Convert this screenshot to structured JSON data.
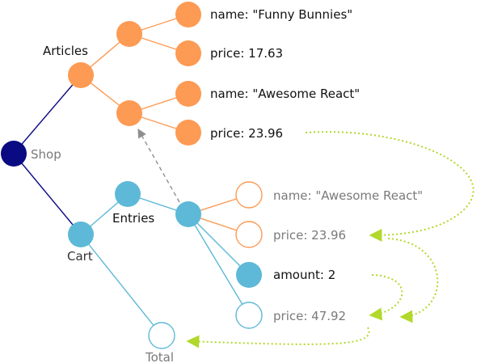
{
  "colors": {
    "shop": "#0a0a82",
    "articles": "#fd9a53",
    "cart": "#5db9d7",
    "ref": "#8f8f8f",
    "derivation": "#b1d82b",
    "muted_text": "#7a7a7a",
    "dark_text": "#111111"
  },
  "tree": {
    "shop": {
      "label": "Shop"
    },
    "articles": {
      "label": "Articles"
    },
    "article1": {
      "name_label": "name: \"Funny Bunnies\"",
      "price_label": "price: 17.63"
    },
    "article2": {
      "name_label": "name: \"Awesome React\"",
      "price_label": "price: 23.96"
    },
    "cart": {
      "label": "Cart"
    },
    "entries": {
      "label": "Entries"
    },
    "entry": {
      "name_label": "name: \"Awesome React\"",
      "price_label": "price: 23.96",
      "amount_label": "amount: 2",
      "total_price_label": "price: 47.92"
    },
    "total": {
      "label": "Total"
    }
  }
}
